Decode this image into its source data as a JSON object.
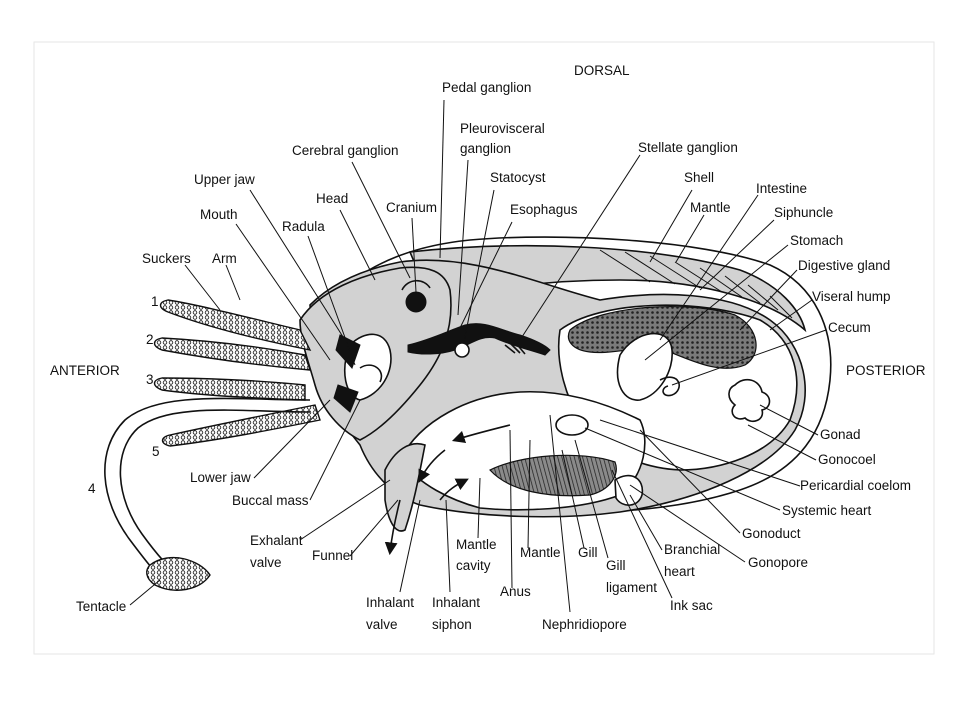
{
  "orientation": {
    "dorsal": "DORSAL",
    "anterior": "ANTERIOR",
    "posterior": "POSTERIOR"
  },
  "arm_numbers": [
    "1",
    "2",
    "3",
    "5",
    "4"
  ],
  "labels": {
    "pedal_ganglion": "Pedal ganglion",
    "pleurovisceral_ganglion_1": "Pleurovisceral",
    "pleurovisceral_ganglion_2": "ganglion",
    "cerebral_ganglion": "Cerebral ganglion",
    "statocyst": "Statocyst",
    "stellate_ganglion": "Stellate ganglion",
    "upper_jaw": "Upper jaw",
    "head": "Head",
    "cranium": "Cranium",
    "esophagus": "Esophagus",
    "shell": "Shell",
    "intestine": "Intestine",
    "mouth": "Mouth",
    "radula": "Radula",
    "mantle_top": "Mantle",
    "siphuncle": "Siphuncle",
    "stomach": "Stomach",
    "suckers": "Suckers",
    "arm": "Arm",
    "digestive_gland": "Digestive gland",
    "visceral_hump": "Viseral hump",
    "cecum": "Cecum",
    "gonad": "Gonad",
    "gonocoel": "Gonocoel",
    "pericardial_coelom": "Pericardial coelom",
    "systemic_heart": "Systemic heart",
    "gonoduct": "Gonoduct",
    "gonopore": "Gonopore",
    "lower_jaw": "Lower jaw",
    "buccal_mass": "Buccal mass",
    "exhalant_valve_1": "Exhalant",
    "exhalant_valve_2": "valve",
    "funnel": "Funnel",
    "mantle_cavity_1": "Mantle",
    "mantle_cavity_2": "cavity",
    "mantle_bottom": "Mantle",
    "gill": "Gill",
    "gill_ligament_1": "Gill",
    "gill_ligament_2": "ligament",
    "branchial_heart_1": "Branchial",
    "branchial_heart_2": "heart",
    "ink_sac": "Ink sac",
    "anus": "Anus",
    "inhalant_valve_1": "Inhalant",
    "inhalant_valve_2": "valve",
    "inhalant_siphon_1": "Inhalant",
    "inhalant_siphon_2": "siphon",
    "nephridiopore": "Nephridiopore",
    "tentacle": "Tentacle"
  }
}
